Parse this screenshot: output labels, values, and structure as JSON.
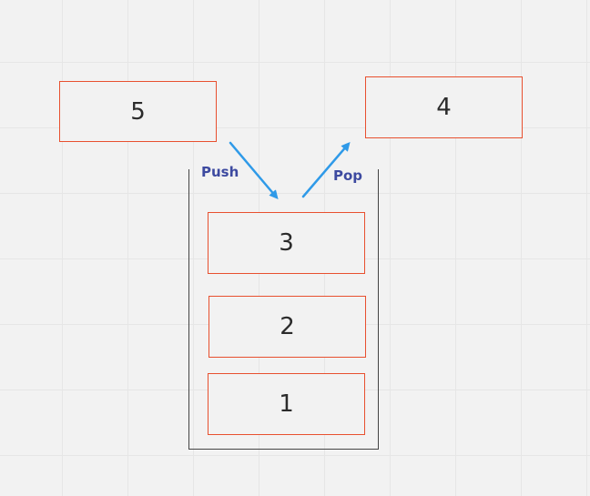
{
  "stack": {
    "items": [
      "3",
      "2",
      "1"
    ]
  },
  "incoming_item": "5",
  "popped_item": "4",
  "operations": {
    "push_label": "Push",
    "pop_label": "Pop"
  },
  "colors": {
    "box_border": "#e8502f",
    "arrow": "#2f9ae8",
    "label": "#3d4aa0",
    "stack_outline": "#444444",
    "background": "#f2f2f2"
  }
}
